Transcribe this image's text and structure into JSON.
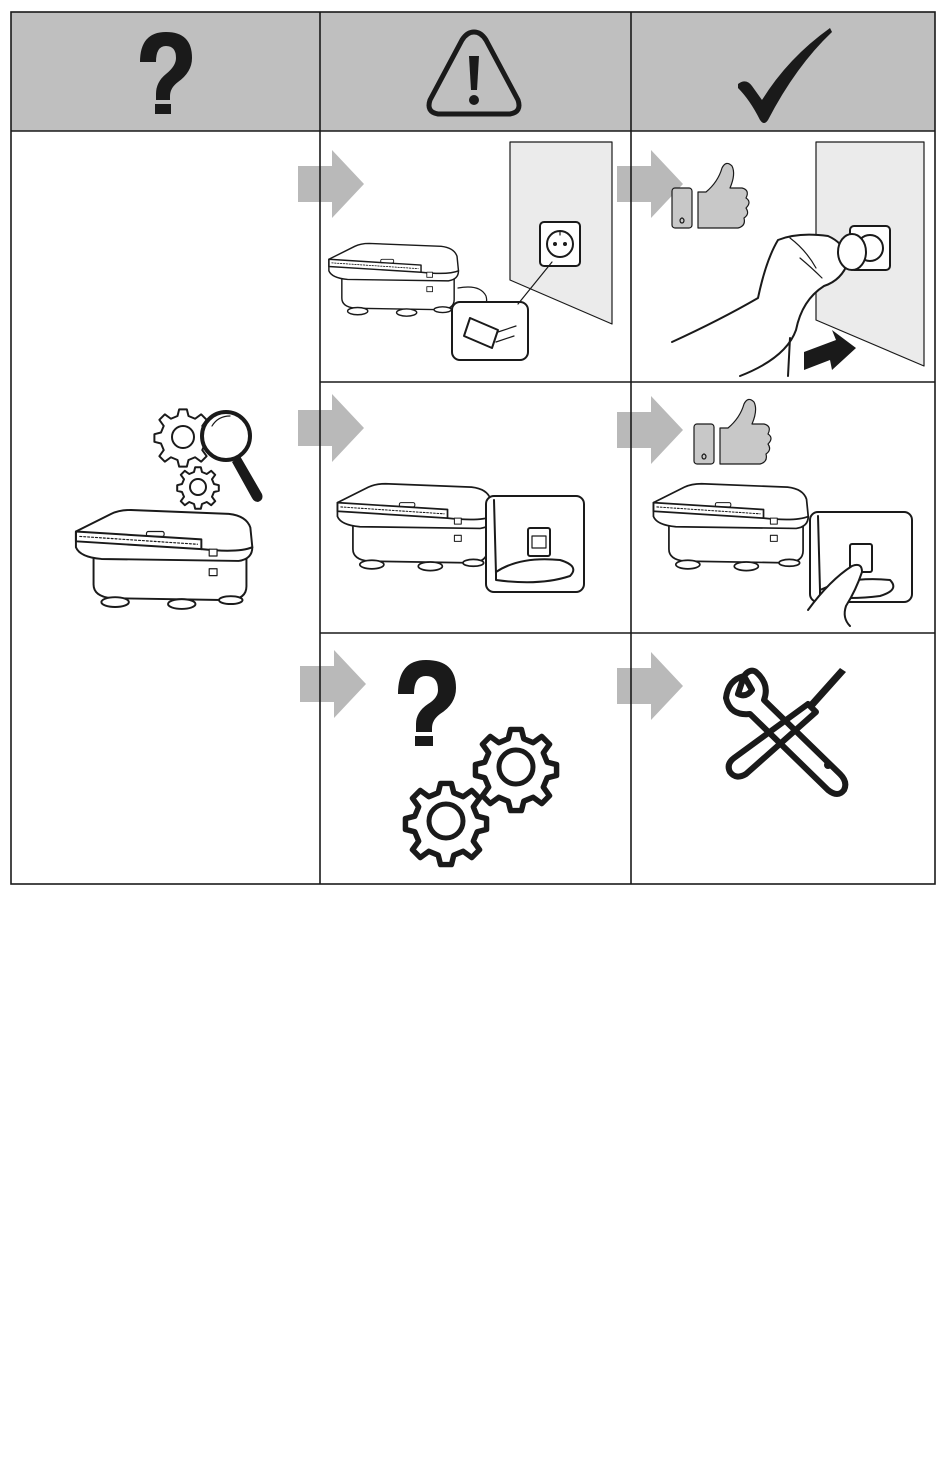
{
  "header": {
    "cells": [
      {
        "icon": "question-mark-icon"
      },
      {
        "icon": "warning-triangle-icon"
      },
      {
        "icon": "checkmark-icon"
      }
    ]
  },
  "colors": {
    "header_background": "#bfbfbf",
    "arrow": "#b9b9b9",
    "line": "#1a1a1a",
    "wall": "#ebebeb",
    "thumb": "#c8c8c8"
  },
  "rows": [
    {
      "check": "device-plug-socket-illustration",
      "solution": "plug-inserted-thumbs-up-illustration"
    },
    {
      "check": "device-power-switch-illustration",
      "solution": "press-power-switch-thumbs-up-illustration"
    },
    {
      "check": "question-gears-icon",
      "solution": "wrench-screwdriver-icon"
    }
  ],
  "problem": {
    "icon": "gears-magnifier-device-illustration"
  }
}
